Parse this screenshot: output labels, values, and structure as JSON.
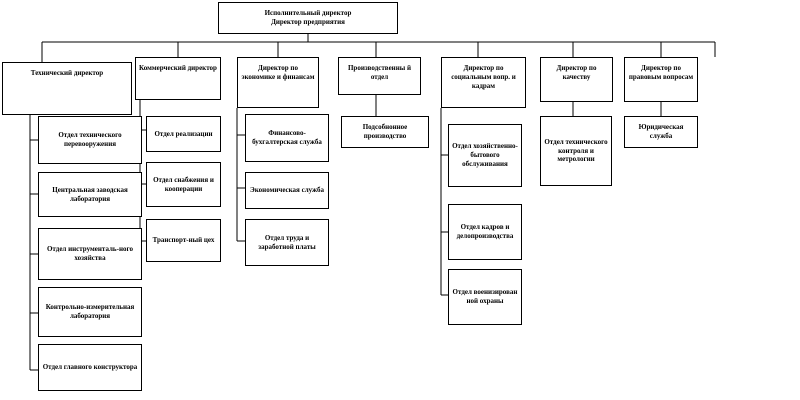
{
  "org_chart": {
    "top": {
      "line1": "Исполнительный директор",
      "line2": "Директор предприятия"
    },
    "directors": [
      {
        "label": "Технический директор"
      },
      {
        "label": "Коммерческий директор"
      },
      {
        "label": "Директор по экономике и финансам"
      },
      {
        "label": "Производственны й отдел"
      },
      {
        "label": "Директор по социальным вопр. и кадрам"
      },
      {
        "label": "Директор по качеству"
      },
      {
        "label": "Директор по правовым вопросам"
      }
    ],
    "technical_units": [
      "Отдел технического перевооружения",
      "Центральная заводская лаборатория",
      "Отдел инструменталь-ного хозяйства",
      "Контрольно-измерительная лаборатория",
      "Отдел главного конструктора"
    ],
    "commercial_units": [
      "Отдел реализации",
      "Отдел снабжения и кооперации",
      "Транспорт-ный цех"
    ],
    "finance_units": [
      "Финансово-бухгалтерская служба",
      "Экономическая служба",
      "Отдел труда и заработной платы"
    ],
    "production_units": [
      "Подсобнонное производство"
    ],
    "social_units": [
      "Отдел хозяйственно-бытового обслуживания",
      "Отдел кадров и делопроизводства",
      "Отдел военизирован ной охраны"
    ],
    "quality_units": [
      "Отдел технического контроля и метрологии"
    ],
    "legal_units": [
      "Юридическая служба"
    ]
  }
}
